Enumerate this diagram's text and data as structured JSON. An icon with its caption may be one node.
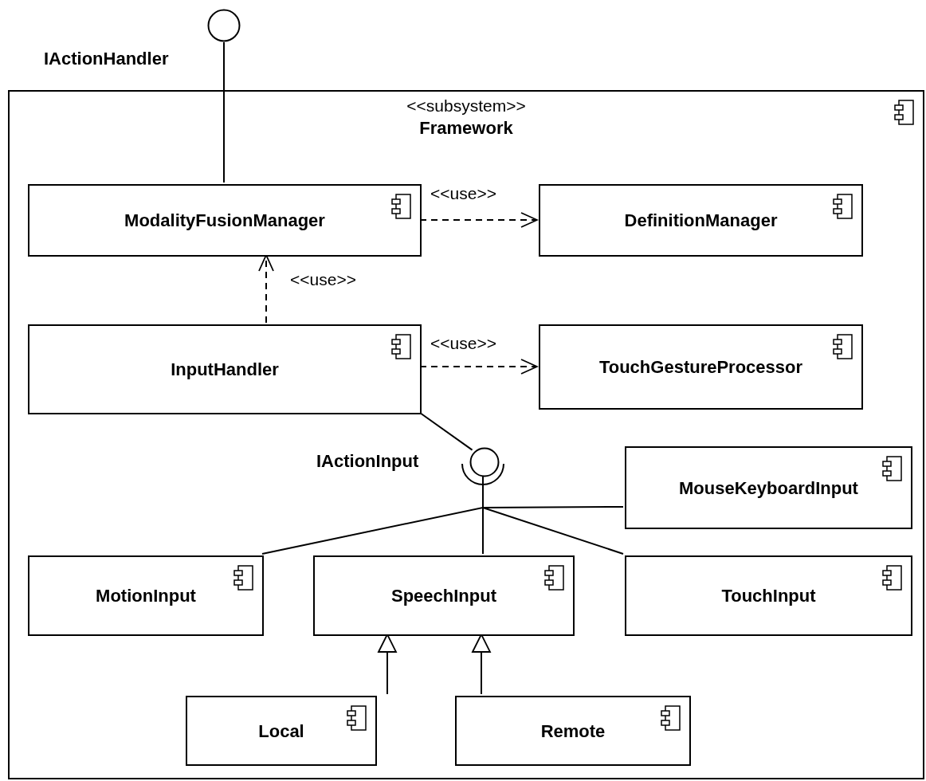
{
  "diagram": {
    "nodes": [
      {
        "text": [],
        "shape": "circle",
        "beside": [
          "IActionHandler"
        ]
      },
      {
        "text": [
          "<<subsystem>>",
          "Framework"
        ]
      },
      {
        "text": [
          "ModalityFusionManager"
        ],
        "in": 1
      },
      {
        "text": [
          "DefinitionManager"
        ],
        "in": 1
      },
      {
        "text": [
          "InputHandler"
        ],
        "in": 1
      },
      {
        "text": [
          "TouchGestureProcessor"
        ],
        "in": 1
      },
      {
        "text": [],
        "shape": "circle",
        "beside": [
          "IActionInput"
        ],
        "in": 1
      },
      {
        "text": [
          "MouseKeyboardInput"
        ],
        "in": 1
      },
      {
        "text": [
          "MotionInput"
        ],
        "in": 1
      },
      {
        "text": [
          "SpeechInput"
        ],
        "in": 1
      },
      {
        "text": [
          "TouchInput"
        ],
        "in": 1
      },
      {
        "text": [
          "Local"
        ],
        "in": 1
      },
      {
        "text": [
          "Remote"
        ],
        "in": 1
      }
    ],
    "edges": [
      {
        "from": 0,
        "to": 2,
        "arrow": "none"
      },
      {
        "from": 2,
        "to": 3,
        "arrow": "to",
        "label": "<<use>>",
        "style": "dashed"
      },
      {
        "from": 4,
        "to": 2,
        "arrow": "to",
        "label": "<<use>>",
        "style": "dashed"
      },
      {
        "from": 4,
        "to": 5,
        "arrow": "to",
        "label": "<<use>>",
        "style": "dashed"
      },
      {
        "from": 4,
        "to": 6,
        "arrow": "none"
      },
      {
        "from": 7,
        "to": 6,
        "arrow": "none"
      },
      {
        "from": 8,
        "to": 6,
        "arrow": "none"
      },
      {
        "from": 9,
        "to": 6,
        "arrow": "none"
      },
      {
        "from": 10,
        "to": 6,
        "arrow": "none"
      },
      {
        "from": 11,
        "to": 9,
        "arrow": "to"
      },
      {
        "from": 12,
        "to": 9,
        "arrow": "to"
      }
    ]
  }
}
